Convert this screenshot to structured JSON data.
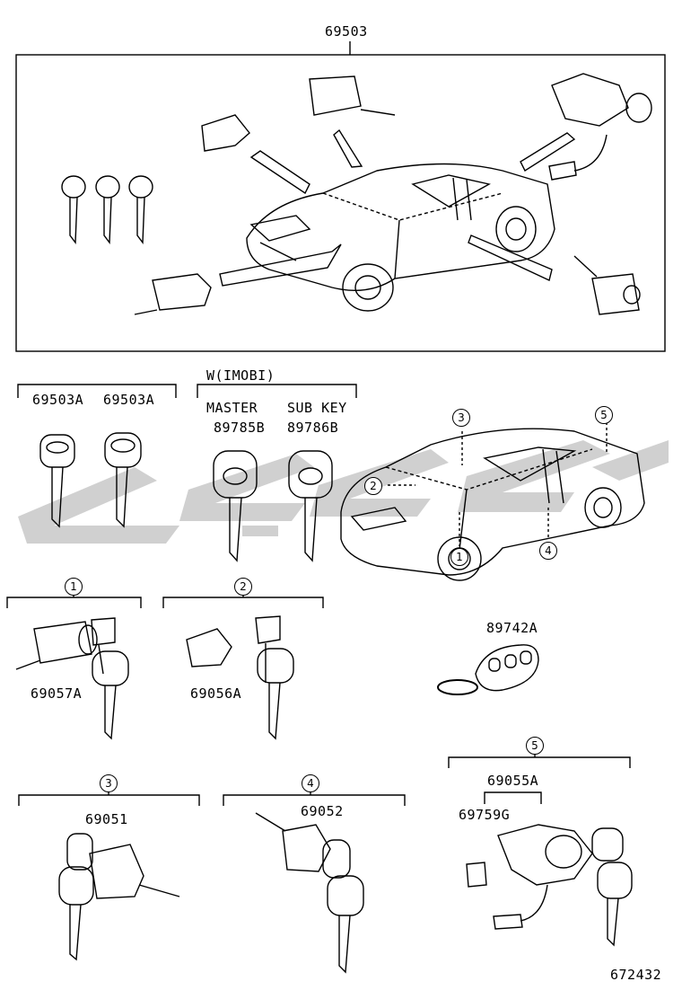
{
  "top_group": {
    "part_no": "69503"
  },
  "keys_group": {
    "left_key_1": "69503A",
    "left_key_2": "69503A"
  },
  "immobi": {
    "title": "W(IMOBI)",
    "master_label": "MASTER",
    "master_no": "89785B",
    "sub_label": "SUB KEY",
    "sub_no": "89786B"
  },
  "car_callouts": [
    "3",
    "5",
    "2",
    "1",
    "4"
  ],
  "transmitter": {
    "part_no": "89742A"
  },
  "sections": [
    {
      "marker": "1",
      "part_no": "69057A"
    },
    {
      "marker": "2",
      "part_no": "69056A"
    },
    {
      "marker": "3",
      "part_no": "69051"
    },
    {
      "marker": "4",
      "part_no": "69052"
    },
    {
      "marker": "5",
      "part_no": "69055A",
      "sub_part_no": "69759G"
    }
  ],
  "figure_id": "672432",
  "watermark_color": "#c8c8c8"
}
